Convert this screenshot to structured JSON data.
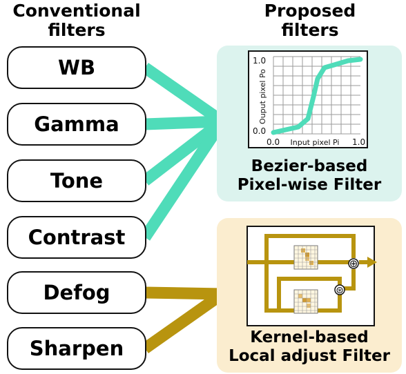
{
  "headers": {
    "conventional": "Conventional\nfilters",
    "proposed": "Proposed\nfilters"
  },
  "conventional_filters": [
    "WB",
    "Gamma",
    "Tone",
    "Contrast",
    "Defog",
    "Sharpen"
  ],
  "pixel_filter": {
    "caption": "Bezier-based\nPixel-wise Filter",
    "plot": {
      "ylabel": "Ouput pixel Po",
      "xlabel": "Input pixel Pi",
      "x_ticks": [
        "0.0",
        "1.0"
      ],
      "y_ticks": [
        "0.0",
        "1.0"
      ]
    }
  },
  "kernel_filter": {
    "caption": "Kernel-based\nLocal adjust Filter",
    "add_symbol": "⊕",
    "conv_symbol": "⊛"
  },
  "colors": {
    "pixel_link": "#4fdcb9",
    "kernel_link": "#b8940f",
    "pixel_panel": "#dcf3ee",
    "kernel_panel": "#fbedcf",
    "curve": "#4fdcb9"
  }
}
